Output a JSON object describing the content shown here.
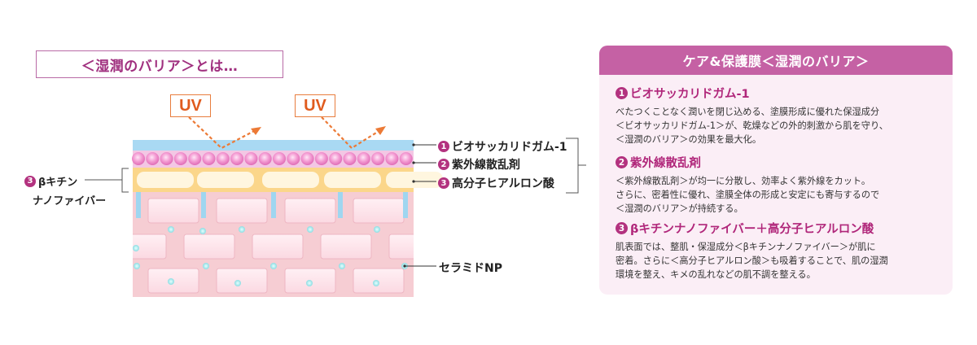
{
  "title": "＜湿潤のバリア＞とは…",
  "uv_labels": [
    "UV",
    "UV"
  ],
  "layer_labels": [
    {
      "num": "1",
      "text": "ビオサッカリドガム-1"
    },
    {
      "num": "2",
      "text": "紫外線散乱剤"
    },
    {
      "num": "3",
      "text": "高分子ヒアルロン酸"
    }
  ],
  "side_label": {
    "num": "3",
    "line1": "βキチン",
    "line2": "ナノファイバー"
  },
  "ceramide_label": "セラミドNP",
  "colors": {
    "accent": "#c561a4",
    "number_badge": "#b3327f",
    "uv": "#e87d3e",
    "blue_layer": "#a6d8f2",
    "bead": "#ee86c8",
    "yellow_layer": "#fbd88c",
    "skin": "#f5cbd0",
    "cell": "#fde3ea",
    "ceramide_dot": "#9fe3e6"
  },
  "panel": {
    "header": "ケア&保護膜＜湿潤のバリア＞",
    "sections": [
      {
        "num": "1",
        "title": "ビオサッカリドガム-1",
        "body": "べたつくことなく潤いを閉じ込める、塗膜形成に優れた保湿成分\n＜ビオサッカリドガム-1＞が、乾燥などの外的刺激から肌を守り、\n＜湿潤のバリア＞の効果を最大化。"
      },
      {
        "num": "2",
        "title": "紫外線散乱剤",
        "body": "＜紫外線散乱剤＞が均一に分散し、効率よく紫外線をカット。\nさらに、密着性に優れ、塗膜全体の形成と安定にも寄与するので\n＜湿潤のバリア＞が持続する。"
      },
      {
        "num": "3",
        "title": "βキチンナノファイバー＋高分子ヒアルロン酸",
        "body": "肌表面では、整肌・保湿成分＜βキチンナノファイバー＞が肌に\n密着。さらに＜高分子ヒアルロン酸＞も吸着することで、肌の湿潤\n環境を整え、キメの乱れなどの肌不調を整える。"
      }
    ]
  }
}
